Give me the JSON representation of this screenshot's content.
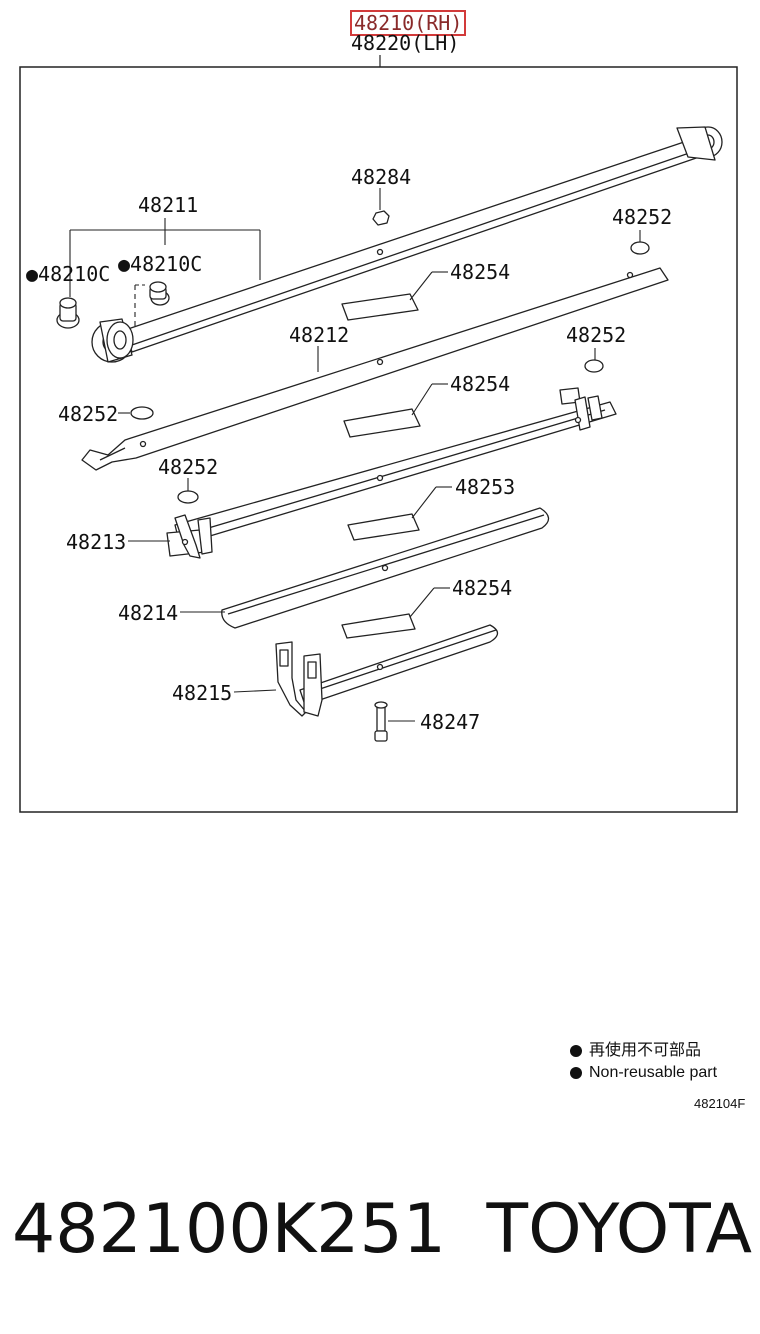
{
  "header": {
    "title_rh": "48210(RH)",
    "title_lh": "48220(LH)"
  },
  "labels": {
    "p48284": "48284",
    "p48211": "48211",
    "p48210c_left": "●48210C",
    "p48210c_right": "●48210C",
    "p48252_top": "48252",
    "p48254_a": "48254",
    "p48212": "48212",
    "p48252_mid_right": "48252",
    "p48252_left": "48252",
    "p48254_b": "48254",
    "p48252_lower": "48252",
    "p48253": "48253",
    "p48213": "48213",
    "p48254_c": "48254",
    "p48214": "48214",
    "p48215": "48215",
    "p48247": "48247"
  },
  "legend": {
    "line1": "再使用不可部品",
    "line2": "Non-reusable part"
  },
  "illustration_code": "482104F",
  "footer": {
    "part_number": "482100K251",
    "brand": "TOYOTA"
  }
}
